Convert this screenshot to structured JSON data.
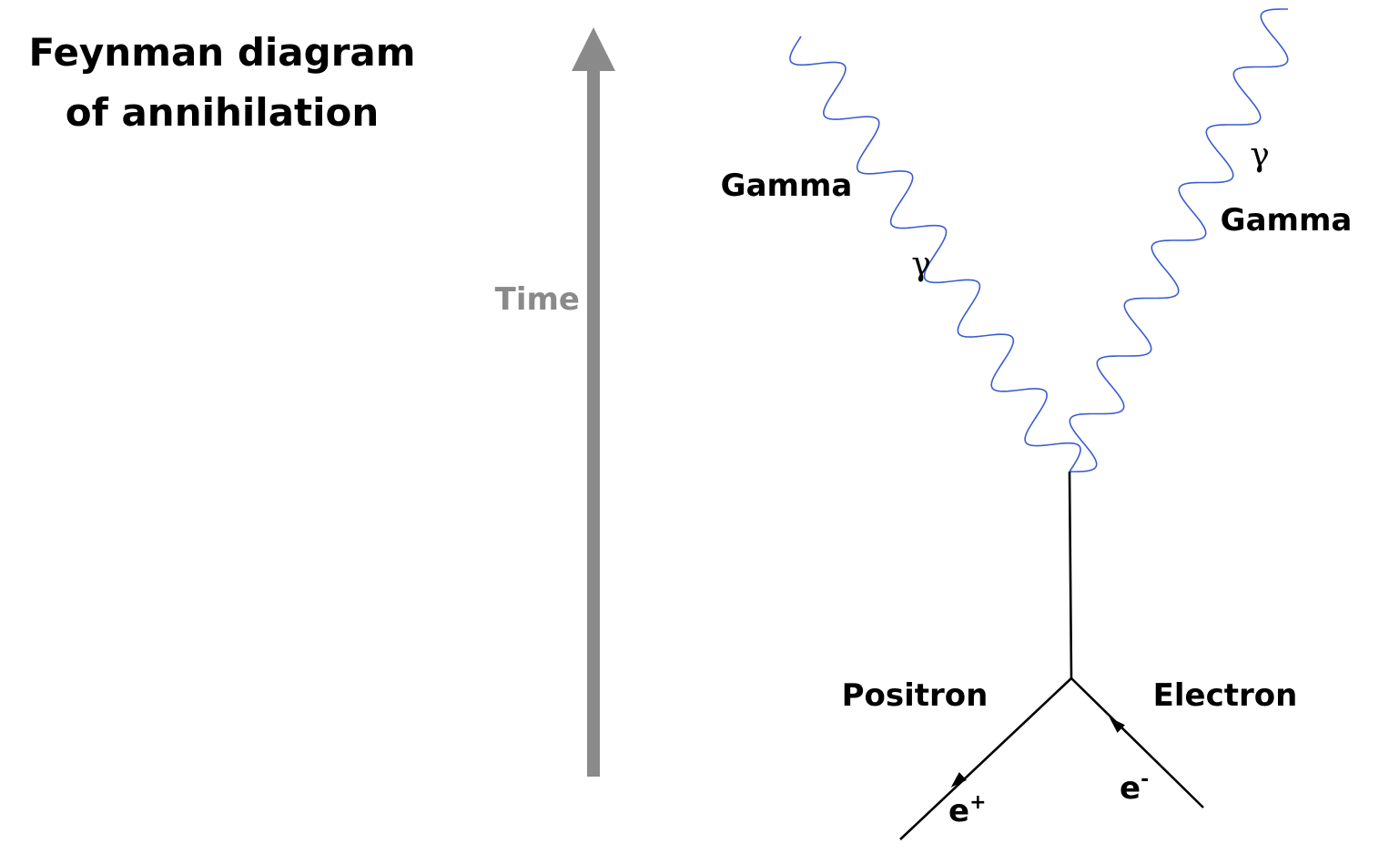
{
  "title": {
    "line1": "Feynman diagram",
    "line2": "of annihilation"
  },
  "time_axis": {
    "label": "Time"
  },
  "photons": [
    {
      "name": "Gamma",
      "symbol": "γ"
    },
    {
      "name": "Gamma",
      "symbol": "γ"
    }
  ],
  "fermions": {
    "positron": {
      "name": "Positron",
      "symbol_base": "e",
      "symbol_sup": "+"
    },
    "electron": {
      "name": "Electron",
      "symbol_base": "e",
      "symbol_sup": "-"
    }
  },
  "colors": {
    "text": "#000000",
    "time_axis": "#8a8a8a",
    "photon_line": "#3a5cd0",
    "fermion_line": "#000000"
  }
}
